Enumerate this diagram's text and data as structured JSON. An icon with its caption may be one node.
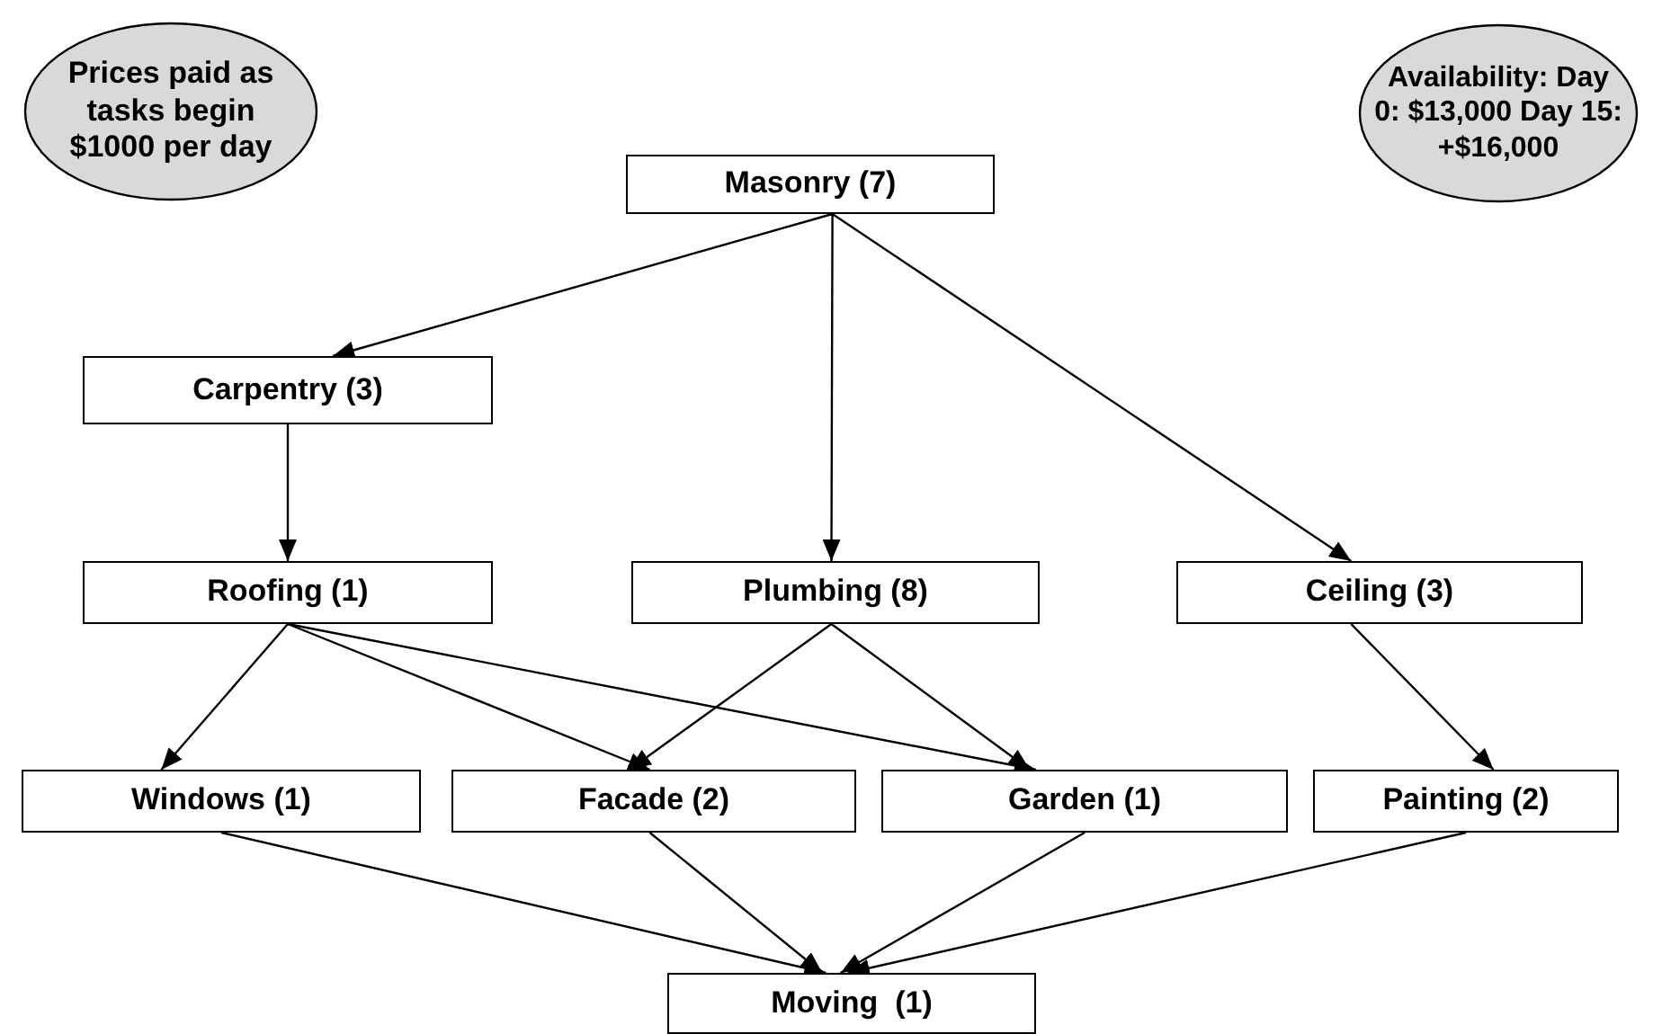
{
  "diagram": {
    "nodes": [
      {
        "text": [
          "Prices paid as tasks begin $1000 per day"
        ]
      },
      {
        "text": [
          "Availability: Day 0: $13,000 Day 15: +$16,000"
        ]
      },
      {
        "text": [
          "Masonry (7)"
        ]
      },
      {
        "text": [
          "Carpentry (3)"
        ]
      },
      {
        "text": [
          "Roofing (1)"
        ]
      },
      {
        "text": [
          "Plumbing (8)"
        ]
      },
      {
        "text": [
          "Ceiling (3)"
        ]
      },
      {
        "text": [
          "Windows (1)"
        ]
      },
      {
        "text": [
          "Facade (2)"
        ]
      },
      {
        "text": [
          "Garden (1)"
        ]
      },
      {
        "text": [
          "Painting (2)"
        ]
      },
      {
        "text": [
          "Moving  (1)"
        ]
      }
    ],
    "edges": [
      {
        "from": 2,
        "to": 3,
        "arrow": "to"
      },
      {
        "from": 2,
        "to": 5,
        "arrow": "to"
      },
      {
        "from": 2,
        "to": 6,
        "arrow": "to"
      },
      {
        "from": 3,
        "to": 4,
        "arrow": "to"
      },
      {
        "from": 4,
        "to": 7,
        "arrow": "to"
      },
      {
        "from": 4,
        "to": 8,
        "arrow": "to"
      },
      {
        "from": 4,
        "to": 9,
        "arrow": "to"
      },
      {
        "from": 5,
        "to": 8,
        "arrow": "to"
      },
      {
        "from": 5,
        "to": 9,
        "arrow": "to"
      },
      {
        "from": 6,
        "to": 10,
        "arrow": "to"
      },
      {
        "from": 7,
        "to": 11,
        "arrow": "to"
      },
      {
        "from": 8,
        "to": 11,
        "arrow": "to"
      },
      {
        "from": 9,
        "to": 11,
        "arrow": "to"
      },
      {
        "from": 10,
        "to": 11,
        "arrow": "to"
      }
    ]
  }
}
